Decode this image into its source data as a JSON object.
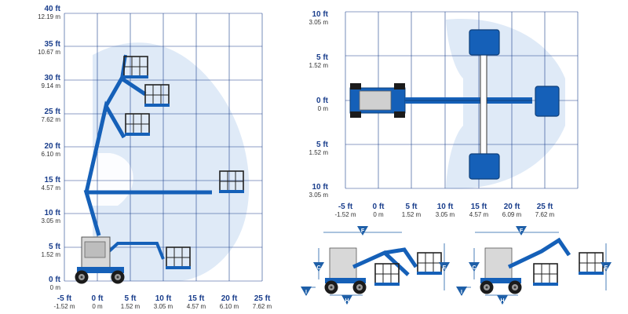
{
  "colors": {
    "machine_blue": "#1560b8",
    "grid_blue": "#1a3e8c",
    "envelope": "#dfeaf7",
    "marker_blue": "#1e5fa8"
  },
  "side_view": {
    "y_labels": [
      {
        "ft": "40 ft",
        "m": "12.19 m"
      },
      {
        "ft": "35 ft",
        "m": "10.67 m"
      },
      {
        "ft": "30 ft",
        "m": "9.14 m"
      },
      {
        "ft": "25 ft",
        "m": "7.62 m"
      },
      {
        "ft": "20 ft",
        "m": "6.10 m"
      },
      {
        "ft": "15 ft",
        "m": "4.57 m"
      },
      {
        "ft": "10 ft",
        "m": "3.05 m"
      },
      {
        "ft": "5 ft",
        "m": "1.52 m"
      },
      {
        "ft": "0 ft",
        "m": "0 m"
      }
    ],
    "x_labels": [
      {
        "ft": "-5 ft",
        "m": "-1.52 m"
      },
      {
        "ft": "0 ft",
        "m": "0 m"
      },
      {
        "ft": "5 ft",
        "m": "1.52 m"
      },
      {
        "ft": "10 ft",
        "m": "3.05 m"
      },
      {
        "ft": "15 ft",
        "m": "4.57 m"
      },
      {
        "ft": "20 ft",
        "m": "6.10 m"
      },
      {
        "ft": "25 ft",
        "m": "7.62 m"
      }
    ]
  },
  "top_view": {
    "y_labels": [
      {
        "ft": "10 ft",
        "m": "3.05 m"
      },
      {
        "ft": "5 ft",
        "m": "1.52 m"
      },
      {
        "ft": "0 ft",
        "m": "0 m"
      },
      {
        "ft": "5 ft",
        "m": "1.52 m"
      },
      {
        "ft": "10 ft",
        "m": "3.05 m"
      }
    ],
    "x_labels": [
      {
        "ft": "-5 ft",
        "m": "-1.52 m"
      },
      {
        "ft": "0 ft",
        "m": "0 m"
      },
      {
        "ft": "5 ft",
        "m": "1.52 m"
      },
      {
        "ft": "10 ft",
        "m": "3.05 m"
      },
      {
        "ft": "15 ft",
        "m": "4.57 m"
      },
      {
        "ft": "20 ft",
        "m": "6.09 m"
      },
      {
        "ft": "25 ft",
        "m": "7.62 m"
      }
    ]
  },
  "dimension_markers": {
    "F": "F",
    "C": "C",
    "E": "E",
    "I": "I",
    "H": "H"
  }
}
